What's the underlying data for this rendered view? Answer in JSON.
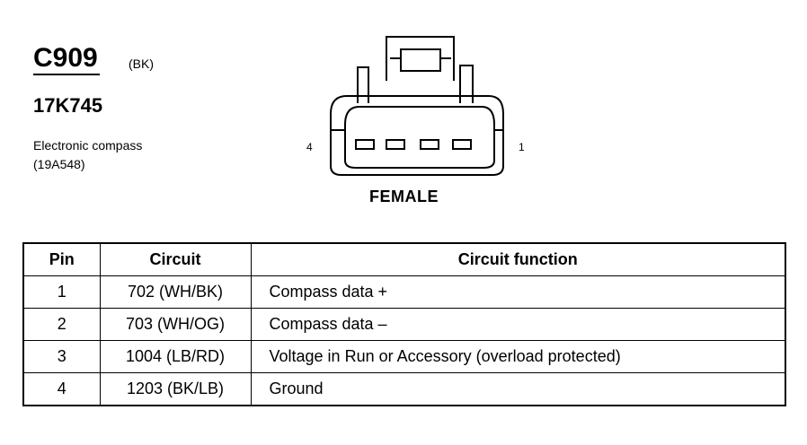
{
  "header": {
    "connector_id": "C909",
    "color_code": "(BK)",
    "part_number": "17K745",
    "description_line1": "Electronic compass",
    "description_line2": "(19A548)"
  },
  "connector": {
    "left_pin_label": "4",
    "right_pin_label": "1",
    "gender": "FEMALE",
    "cavity_count": 4
  },
  "table": {
    "headers": {
      "pin": "Pin",
      "circuit": "Circuit",
      "function": "Circuit function"
    },
    "rows": [
      {
        "pin": "1",
        "circuit": "702 (WH/BK)",
        "function": "Compass data +"
      },
      {
        "pin": "2",
        "circuit": "703 (WH/OG)",
        "function": "Compass data –"
      },
      {
        "pin": "3",
        "circuit": "1004 (LB/RD)",
        "function": "Voltage in Run or Accessory (overload protected)"
      },
      {
        "pin": "4",
        "circuit": "1203 (BK/LB)",
        "function": "Ground"
      }
    ]
  }
}
